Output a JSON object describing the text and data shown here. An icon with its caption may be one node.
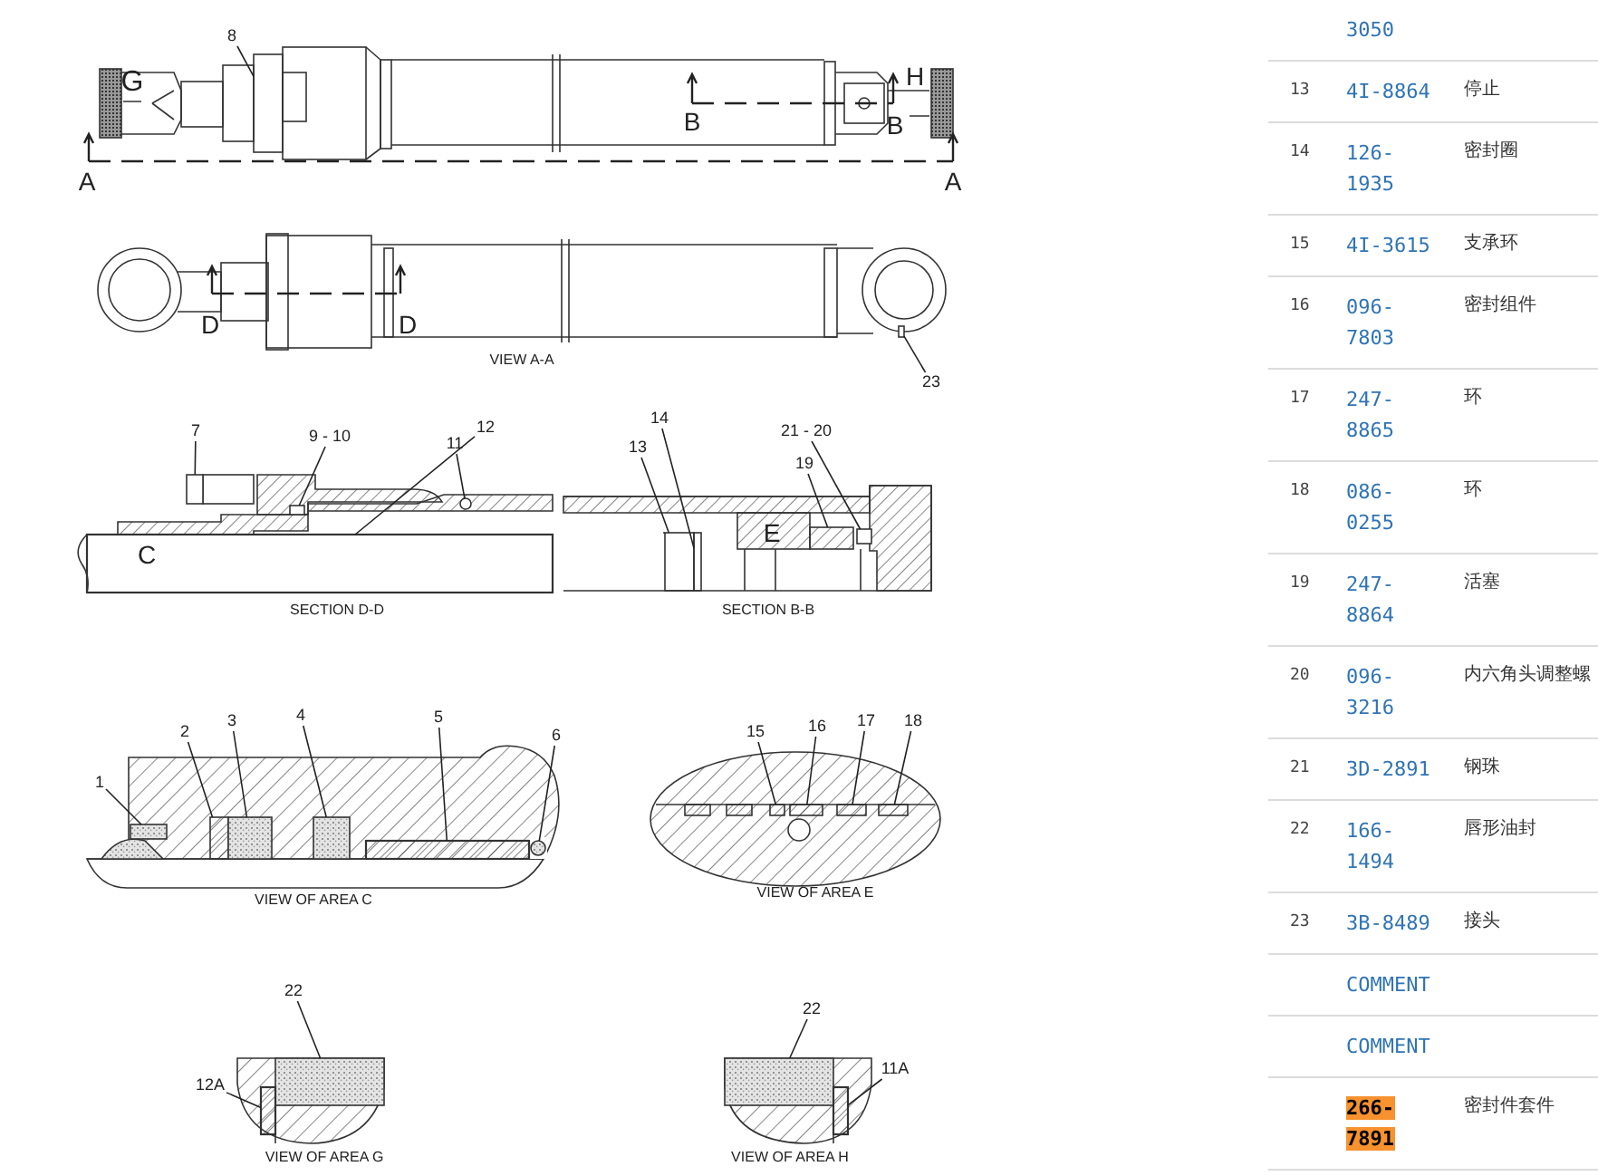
{
  "diagram": {
    "nodes": [
      {
        "text": [
          "8"
        ]
      },
      {
        "text": [
          "23"
        ]
      },
      {
        "text": [
          "7"
        ]
      },
      {
        "text": [
          "9 - 10"
        ]
      },
      {
        "text": [
          "11"
        ]
      },
      {
        "text": [
          "12"
        ]
      },
      {
        "text": [
          "13"
        ]
      },
      {
        "text": [
          "14"
        ]
      },
      {
        "text": [
          "21 - 20"
        ]
      },
      {
        "text": [
          "19"
        ]
      },
      {
        "text": [
          "1"
        ]
      },
      {
        "text": [
          "2"
        ]
      },
      {
        "text": [
          "3"
        ]
      },
      {
        "text": [
          "4"
        ]
      },
      {
        "text": [
          "5"
        ]
      },
      {
        "text": [
          "6"
        ]
      },
      {
        "text": [
          "15"
        ]
      },
      {
        "text": [
          "16"
        ]
      },
      {
        "text": [
          "17"
        ]
      },
      {
        "text": [
          "18"
        ]
      },
      {
        "text": [
          "22"
        ]
      },
      {
        "text": [
          "12A"
        ]
      },
      {
        "text": [
          "22"
        ]
      },
      {
        "text": [
          "11A"
        ]
      },
      {
        "text": [],
        "shape": "box"
      },
      {
        "text": [],
        "shape": "box"
      },
      {
        "text": [],
        "shape": "box"
      },
      {
        "text": [],
        "shape": "box"
      },
      {
        "text": [],
        "shape": "circle"
      },
      {
        "text": [],
        "shape": "bar"
      },
      {
        "text": [],
        "shape": "box"
      },
      {
        "text": [],
        "shape": "box"
      },
      {
        "text": [],
        "shape": "box"
      },
      {
        "text": [],
        "shape": "box"
      },
      {
        "text": [],
        "shape": "box"
      },
      {
        "text": [],
        "shape": "box"
      },
      {
        "text": [],
        "shape": "box"
      },
      {
        "text": [],
        "shape": "box"
      },
      {
        "text": [],
        "shape": "bar"
      },
      {
        "text": [],
        "shape": "circle"
      },
      {
        "text": [],
        "shape": "box"
      },
      {
        "text": [],
        "shape": "box"
      },
      {
        "text": [],
        "shape": "box"
      },
      {
        "text": [],
        "shape": "box"
      },
      {
        "text": [],
        "shape": "box"
      },
      {
        "text": [],
        "shape": "bar"
      },
      {
        "text": [],
        "shape": "box"
      },
      {
        "text": [],
        "shape": "bar"
      }
    ],
    "edges": [
      {
        "from": 0,
        "to": 24,
        "arrow": "none"
      },
      {
        "from": 1,
        "to": 25,
        "arrow": "none"
      },
      {
        "from": 2,
        "to": 26,
        "arrow": "none"
      },
      {
        "from": 3,
        "to": 27,
        "arrow": "none"
      },
      {
        "from": 4,
        "to": 28,
        "arrow": "none"
      },
      {
        "from": 5,
        "to": 29,
        "arrow": "none"
      },
      {
        "from": 6,
        "to": 30,
        "arrow": "none"
      },
      {
        "from": 7,
        "to": 31,
        "arrow": "none"
      },
      {
        "from": 8,
        "to": 32,
        "arrow": "none"
      },
      {
        "from": 9,
        "to": 33,
        "arrow": "none"
      },
      {
        "from": 10,
        "to": 34,
        "arrow": "none"
      },
      {
        "from": 11,
        "to": 35,
        "arrow": "none"
      },
      {
        "from": 12,
        "to": 36,
        "arrow": "none"
      },
      {
        "from": 13,
        "to": 37,
        "arrow": "none"
      },
      {
        "from": 14,
        "to": 38,
        "arrow": "none"
      },
      {
        "from": 15,
        "to": 39,
        "arrow": "none"
      },
      {
        "from": 16,
        "to": 40,
        "arrow": "none"
      },
      {
        "from": 17,
        "to": 41,
        "arrow": "none"
      },
      {
        "from": 18,
        "to": 42,
        "arrow": "none"
      },
      {
        "from": 19,
        "to": 43,
        "arrow": "none"
      },
      {
        "from": 20,
        "to": 44,
        "arrow": "none"
      },
      {
        "from": 21,
        "to": 45,
        "arrow": "none"
      },
      {
        "from": 22,
        "to": 46,
        "arrow": "none"
      },
      {
        "from": 23,
        "to": 47,
        "arrow": "none"
      }
    ],
    "labels": [
      "G",
      "H",
      "B",
      "B",
      "A",
      "A",
      "D",
      "D",
      "VIEW A-A",
      "C",
      "E",
      "SECTION D-D",
      "SECTION B-B",
      "VIEW OF AREA C",
      "VIEW OF AREA E",
      "VIEW OF AREA G",
      "VIEW OF AREA H",
      "3050",
      "13",
      "4I-8864",
      "停止",
      "14",
      "126-1935",
      "密封圈",
      "15",
      "4I-3615",
      "支承环",
      "16",
      "096-7803",
      "密封组件",
      "17",
      "247-8865",
      "环",
      "18",
      "086-0255",
      "环",
      "19",
      "247-8864",
      "活塞",
      "20",
      "096-3216",
      "内六角头调整螺",
      "21",
      "3D-2891",
      "钢珠",
      "22",
      "166-1494",
      "唇形油封",
      "23",
      "3B-8489",
      "接头",
      "COMMENT",
      "COMMENT",
      "266-7891",
      "密封件套件"
    ]
  }
}
